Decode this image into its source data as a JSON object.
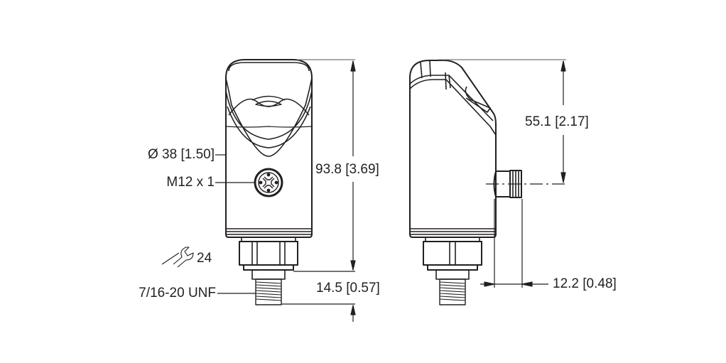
{
  "drawing": {
    "title": "Pressure sensor dimensional drawing",
    "line_color": "#231f20",
    "dim_line_color": "#231f20",
    "background": "#ffffff"
  },
  "front_view": {
    "labels": {
      "diameter": "Ø 38 [1.50]",
      "connector": "M12 x 1",
      "wrench_size": "24",
      "thread": "7/16-20 UNF"
    },
    "dimensions": {
      "overall_height": "93.8 [3.69]",
      "thread_length": "14.5 [0.57]"
    },
    "icons": {
      "wrench": "wrench-icon"
    }
  },
  "side_view": {
    "dimensions": {
      "connector_height": "55.1 [2.17]",
      "connector_offset": "12.2 [0.48]"
    }
  }
}
